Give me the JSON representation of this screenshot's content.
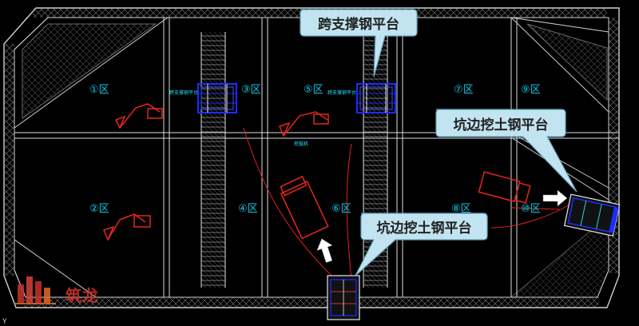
{
  "zones": [
    "①区",
    "②区",
    "③区",
    "④区",
    "⑤区",
    "⑥区",
    "⑦区",
    "⑧区",
    "⑨区",
    "⑩区"
  ],
  "callouts": {
    "top": "跨支撑钢平台",
    "right": "坑边挖土钢平台",
    "bottom": "坑边挖土钢平台"
  },
  "plan_tags": {
    "steel_platform_left": "跨支撑钢平台",
    "steel_platform_right": "跨支撑钢平台",
    "excavator": "挖掘机"
  },
  "watermark": "筑龙",
  "corner_mark": "Y",
  "colors": {
    "background": "#000000",
    "structure": "#d8d8d8",
    "zone_label": "#12c9e8",
    "excavator": "#e8251f",
    "platform": "#1c2cff",
    "callout_fill": "#c2e4f1",
    "callout_edge": "#6aa7c2"
  }
}
